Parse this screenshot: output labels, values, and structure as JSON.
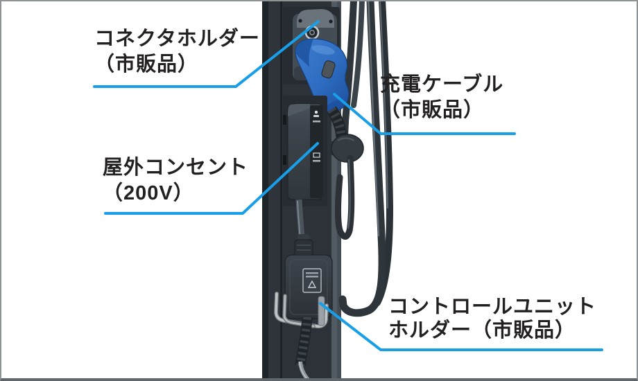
{
  "diagram": {
    "labels": {
      "connector_holder": {
        "line1": "コネクタホルダー",
        "line2": "（市販品）"
      },
      "charging_cable": {
        "line1": "充電ケーブル",
        "line2": "（市販品）"
      },
      "outdoor_outlet": {
        "line1": "屋外コンセント",
        "line2": "（200V）"
      },
      "control_unit_holder": {
        "line1": "コントロールユニット",
        "line2": "ホルダー（市販品）"
      }
    },
    "colors": {
      "leader_line_blue": "#189fe8",
      "connector_blue": "#2d6cc0",
      "pole_dark_gray": "#3a4147",
      "metal_holder_gray": "#c2c6c9",
      "text_black": "#232021",
      "background": "#ffffff"
    }
  }
}
